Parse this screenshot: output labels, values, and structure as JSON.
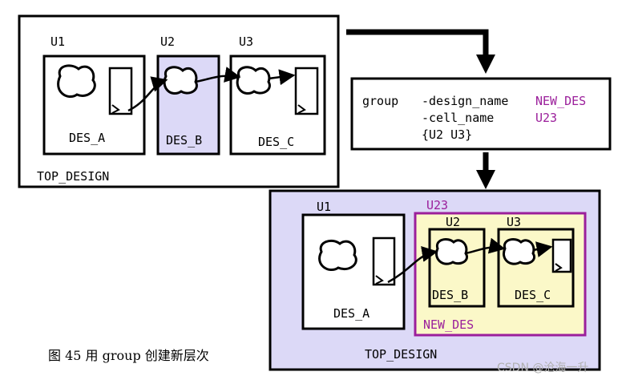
{
  "top_design_before": {
    "label": "TOP_DESIGN",
    "instances": [
      {
        "inst": "U1",
        "cell": "DES_A"
      },
      {
        "inst": "U2",
        "cell": "DES_B"
      },
      {
        "inst": "U3",
        "cell": "DES_C"
      }
    ]
  },
  "command": {
    "line1_cmd": "group",
    "line1_opt": "-design_name",
    "line1_val": "NEW_DES",
    "line2_opt": "-cell_name",
    "line2_val": "U23",
    "line3": "{U2 U3}"
  },
  "top_design_after": {
    "label": "TOP_DESIGN",
    "u1_inst": "U1",
    "u1_cell": "DES_A",
    "group_inst": "U23",
    "group_design": "NEW_DES",
    "u2_inst": "U2",
    "u2_cell": "DES_B",
    "u3_inst": "U3",
    "u3_cell": "DES_C"
  },
  "caption": "图 45  用 group 创建新层次",
  "watermark": "CSDN @沧海一升",
  "colors": {
    "highlight_fill": "#dcd9f7",
    "group_fill": "#fbf8c8",
    "group_border": "#9b1f9b",
    "text_accent": "#9b1f9b"
  }
}
